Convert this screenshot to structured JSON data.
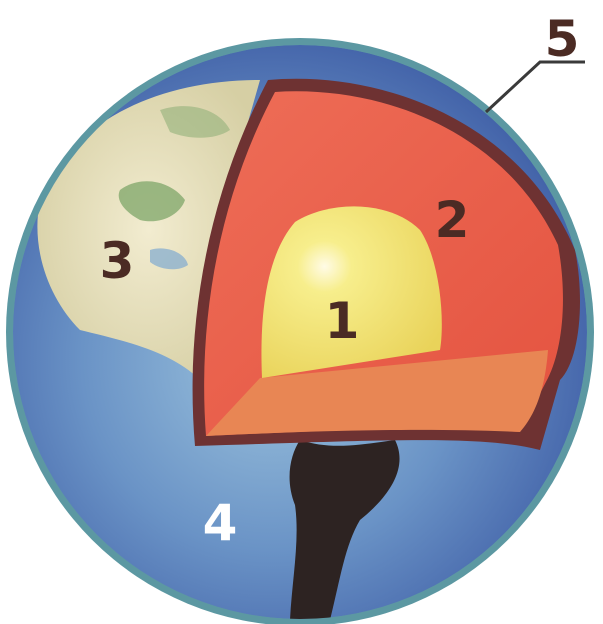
{
  "labels": {
    "inner_core": "1",
    "mantle": "2",
    "continent": "3",
    "ocean": "4",
    "crust_pointer": "5"
  },
  "colors": {
    "inner_core": "#f3e86a",
    "mantle": "#e8604a",
    "mantle_dark_edge": "#6a2e30",
    "cut_floor": "#e88250",
    "ocean": "#4f6fb4",
    "ocean_light": "#8fb6d8",
    "continent": "#d9d0a2",
    "continent_green": "#6d9a58",
    "rim": "#5d9aa3",
    "volcano": "#2c2220",
    "label_dark": "#4b2b24",
    "label_light": "#ffffff",
    "pointer_line": "#3a3a3a"
  }
}
